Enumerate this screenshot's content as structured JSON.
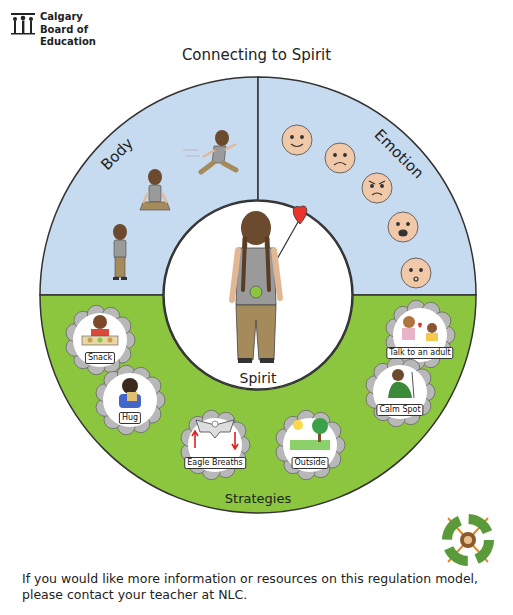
{
  "diagram": {
    "title": "Connecting to Spirit",
    "nodes": [
      {
        "text": [
          "Body"
        ]
      },
      {
        "text": [
          "Emotion"
        ]
      },
      {
        "text": [
          "Spirit"
        ]
      },
      {
        "text": [
          "Strategies"
        ]
      },
      {
        "text": [
          "Talk to an adult"
        ],
        "in": 3
      },
      {
        "text": [
          "Snack"
        ],
        "in": 3
      },
      {
        "text": [
          "Hug"
        ],
        "in": 3
      },
      {
        "text": [
          "Calm Spot"
        ],
        "in": 3
      },
      {
        "text": [
          "Eagle Breaths"
        ],
        "in": 3
      },
      {
        "text": [
          "Outside"
        ],
        "in": 3
      }
    ],
    "labels": [
      "Calgary Board of Education",
      "If you would like more information or resources on this regulation model, please contact your teacher at NLC."
    ]
  }
}
